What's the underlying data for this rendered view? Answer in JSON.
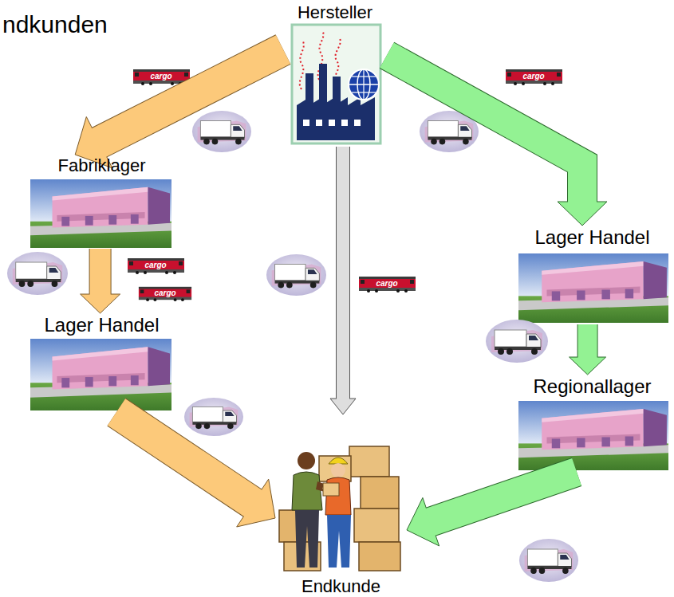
{
  "diagram": {
    "title": "ndkunden",
    "nodes": [
      {
        "text": [
          "Hersteller"
        ]
      },
      {
        "text": [
          "Fabriklager"
        ]
      },
      {
        "text": [
          "Lager Handel"
        ]
      },
      {
        "text": [
          "Lager Handel"
        ]
      },
      {
        "text": [
          "Regionallager"
        ]
      },
      {
        "text": [
          "Endkunde"
        ]
      }
    ],
    "edges": [
      {
        "from": 0,
        "to": 1,
        "arrow": "to"
      },
      {
        "from": 1,
        "to": 2,
        "arrow": "to"
      },
      {
        "from": 2,
        "to": 5,
        "arrow": "to"
      },
      {
        "from": 0,
        "to": 5,
        "arrow": "to"
      },
      {
        "from": 0,
        "to": 3,
        "arrow": "to"
      },
      {
        "from": 3,
        "to": 4,
        "arrow": "to"
      },
      {
        "from": 4,
        "to": 5,
        "arrow": "to"
      }
    ],
    "labels": [
      "cargo",
      "cargo",
      "cargo",
      "cargo",
      "cargo"
    ]
  }
}
